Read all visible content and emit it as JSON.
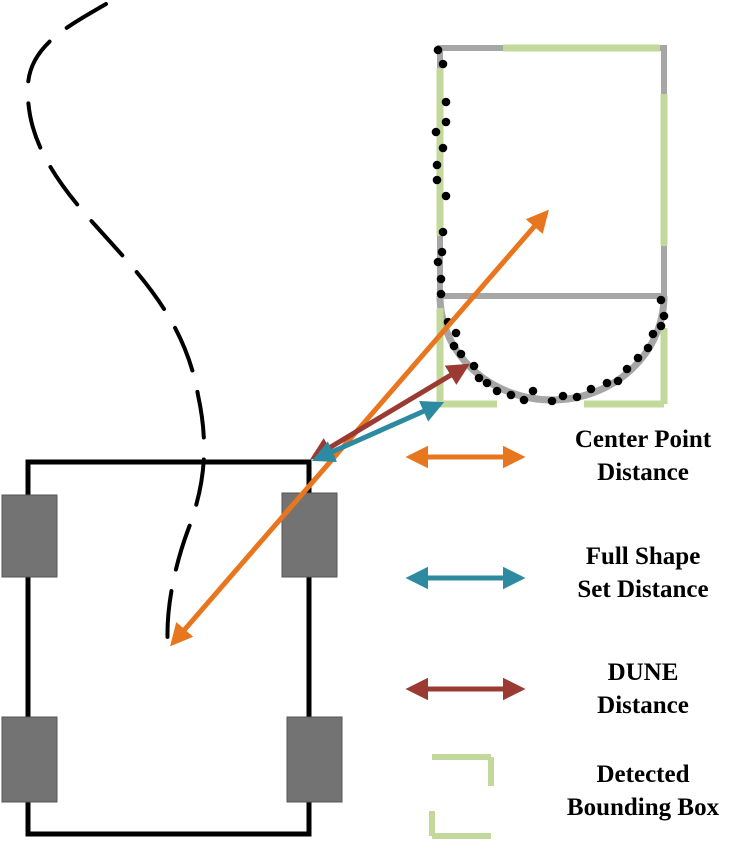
{
  "legend": {
    "center_point": {
      "line1": "Center Point",
      "line2": "Distance",
      "color": "#e8761e"
    },
    "full_shape": {
      "line1": "Full Shape",
      "line2": "Set Distance",
      "color": "#2e8aa0"
    },
    "dune": {
      "line1": "DUNE",
      "line2": "Distance",
      "color": "#9b3a33"
    },
    "bbox": {
      "line1": "Detected",
      "line2": "Bounding Box",
      "color": "#c3d99b"
    }
  },
  "colors": {
    "vehicle_outline": "#000000",
    "wheel": "#737373",
    "obstacle_shape": "#a6a6a6",
    "lidar_points": "#000000",
    "trajectory": "#000000"
  },
  "icons": [
    "vehicle",
    "wheel",
    "obstacle-shape",
    "lidar-points",
    "trajectory-path"
  ]
}
